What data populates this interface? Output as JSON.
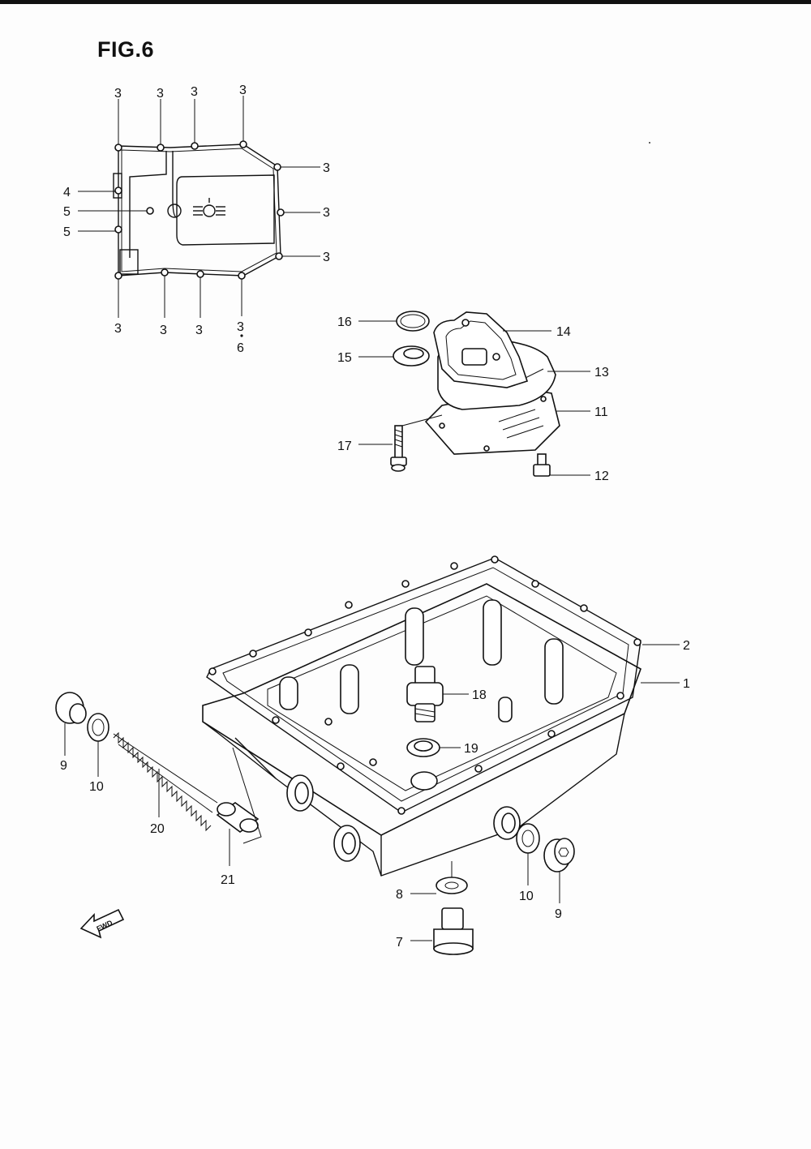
{
  "figure": {
    "title": "FIG.6"
  },
  "gasket_callouts": {
    "top": [
      "3",
      "3",
      "3",
      "3"
    ],
    "right": [
      "3",
      "3",
      "3"
    ],
    "left": [
      "4",
      "5",
      "5"
    ],
    "bottom": [
      "3",
      "3",
      "3",
      "3"
    ],
    "bottom_extra": "6"
  },
  "strainer_callouts": {
    "c16": "16",
    "c15": "15",
    "c14": "14",
    "c13": "13",
    "c11": "11",
    "c17": "17",
    "c12": "12"
  },
  "oilpan_callouts": {
    "c2": "2",
    "c1": "1",
    "c18": "18",
    "c19": "19",
    "c9a": "9",
    "c10a": "10",
    "c20": "20",
    "c21": "21",
    "c8": "8",
    "c10b": "10",
    "c9b": "9",
    "c7": "7"
  },
  "fwd_label": "FWD"
}
